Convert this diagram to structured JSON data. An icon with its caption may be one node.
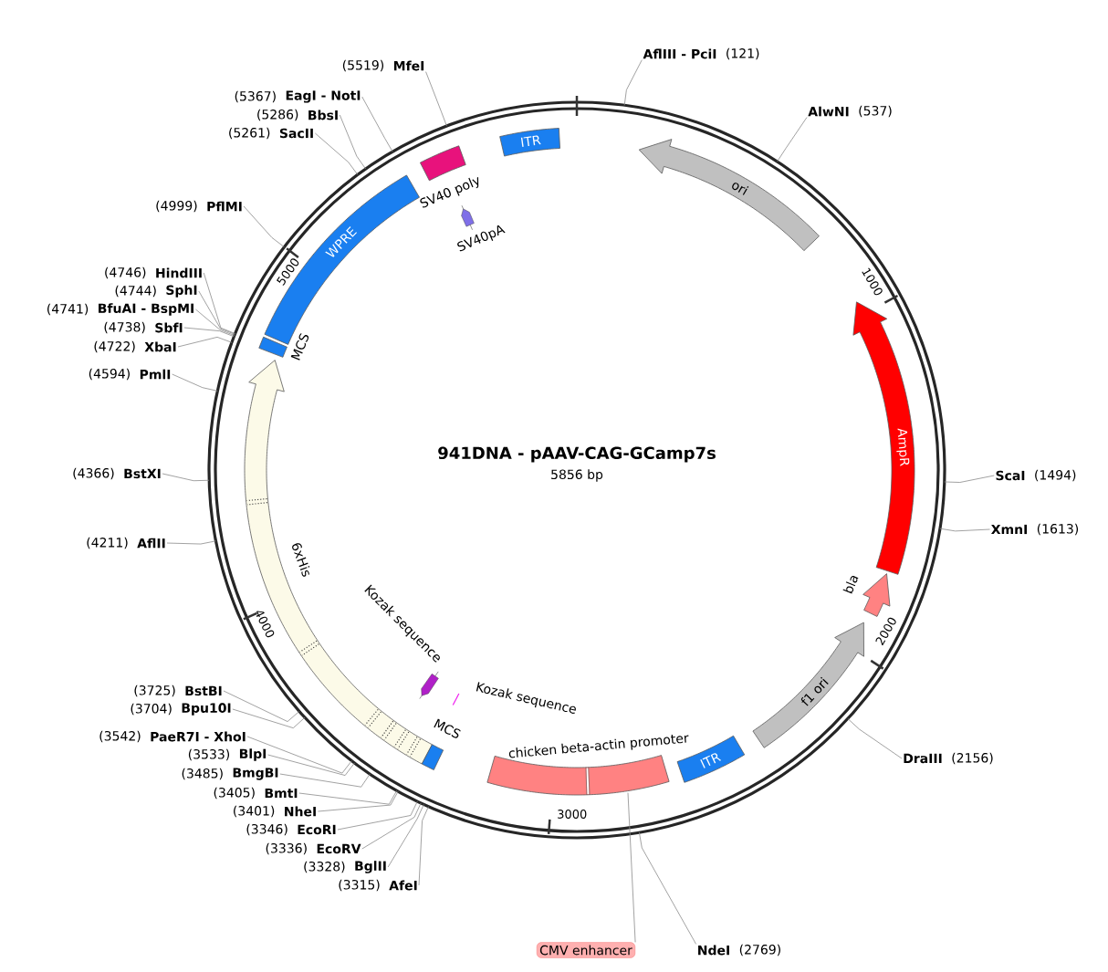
{
  "diagram": {
    "title": "941DNA - pAAV-CAG-GCamp7s",
    "nodes": [
      {
        "text": [
          "AflIII - PciI"
        ],
        "beside": [
          "(121)"
        ]
      },
      {
        "text": [
          "MfeI"
        ],
        "beside": [
          "(5519)"
        ]
      },
      {
        "text": [
          "AlwNI"
        ],
        "beside": [
          "(537)"
        ]
      },
      {
        "text": [
          "EagI - NotI"
        ],
        "beside": [
          "(5367)"
        ]
      },
      {
        "text": [
          "BbsI"
        ],
        "beside": [
          "(5286)"
        ]
      },
      {
        "text": [
          "SacII"
        ],
        "beside": [
          "(5261)"
        ]
      },
      {
        "text": [
          "PflMI"
        ],
        "beside": [
          "(4999)"
        ]
      },
      {
        "text": [
          "HindIII"
        ],
        "beside": [
          "(4746)"
        ]
      },
      {
        "text": [
          "SphI"
        ],
        "beside": [
          "(4744)"
        ]
      },
      {
        "text": [
          "BfuAI - BspMI"
        ],
        "beside": [
          "(4741)"
        ]
      },
      {
        "text": [
          "SbfI"
        ],
        "beside": [
          "(4738)"
        ]
      },
      {
        "text": [
          "XbaI"
        ],
        "beside": [
          "(4722)"
        ]
      },
      {
        "text": [
          "PmlI"
        ],
        "beside": [
          "(4594)"
        ]
      },
      {
        "text": [
          "BstXI"
        ],
        "beside": [
          "(4366)"
        ]
      },
      {
        "text": [
          "ScaI"
        ],
        "beside": [
          "(1494)"
        ]
      },
      {
        "text": [
          "XmnI"
        ],
        "beside": [
          "(1613)"
        ]
      },
      {
        "text": [
          "AflII"
        ],
        "beside": [
          "(4211)"
        ]
      },
      {
        "text": [
          "BstBI"
        ],
        "beside": [
          "(3725)"
        ]
      },
      {
        "text": [
          "Bpu10I"
        ],
        "beside": [
          "(3704)"
        ]
      },
      {
        "text": [
          "PaeR7I - XhoI"
        ],
        "beside": [
          "(3542)"
        ]
      },
      {
        "text": [
          "DraIII"
        ],
        "beside": [
          "(2156)"
        ]
      },
      {
        "text": [
          "BlpI"
        ],
        "beside": [
          "(3533)"
        ]
      },
      {
        "text": [
          "BmgBI"
        ],
        "beside": [
          "(3485)"
        ]
      },
      {
        "text": [
          "BmtI"
        ],
        "beside": [
          "(3405)"
        ]
      },
      {
        "text": [
          "NheI"
        ],
        "beside": [
          "(3401)"
        ]
      },
      {
        "text": [
          "EcoRI"
        ],
        "beside": [
          "(3346)"
        ]
      },
      {
        "text": [
          "EcoRV"
        ],
        "beside": [
          "(3336)"
        ]
      },
      {
        "text": [
          "BglII"
        ],
        "beside": [
          "(3328)"
        ]
      },
      {
        "text": [
          "AfeI"
        ],
        "beside": [
          "(3315)"
        ]
      },
      {
        "text": [
          "NdeI"
        ],
        "beside": [
          "(2769)"
        ]
      },
      {
        "text": [
          "CMV enhancer"
        ]
      },
      {
        "text": [
          "ITR"
        ]
      },
      {
        "text": [
          "ori"
        ]
      },
      {
        "text": [
          "SV40 poly"
        ]
      },
      {
        "text": [
          "SV40pA"
        ]
      },
      {
        "text": [
          "WPRE"
        ]
      },
      {
        "text": [
          "MCS"
        ]
      },
      {
        "text": [
          "AmpR"
        ]
      },
      {
        "text": [
          "bla"
        ]
      },
      {
        "text": [],
        "shape": "arrow"
      },
      {
        "text": [
          "Kozak sequence"
        ]
      },
      {
        "text": [
          "f1 ori"
        ]
      },
      {
        "text": [
          "Kozak sequence"
        ]
      },
      {
        "text": [
          "MCS"
        ]
      },
      {
        "text": [
          "chicken beta-actin promoter"
        ]
      },
      {
        "text": [
          "ITR"
        ]
      }
    ],
    "edges": [
      {
        "from": 0,
        "to": null,
        "arrow": "none"
      },
      {
        "from": 1,
        "to": null,
        "arrow": "none"
      },
      {
        "from": 2,
        "to": null,
        "arrow": "none"
      },
      {
        "from": 3,
        "to": null,
        "arrow": "none"
      },
      {
        "from": 4,
        "to": null,
        "arrow": "none"
      },
      {
        "from": 5,
        "to": null,
        "arrow": "none"
      },
      {
        "from": 6,
        "to": null,
        "arrow": "none"
      },
      {
        "from": 7,
        "to": null,
        "arrow": "none"
      },
      {
        "from": 8,
        "to": null,
        "arrow": "none"
      },
      {
        "from": 9,
        "to": null,
        "arrow": "none"
      },
      {
        "from": 10,
        "to": null,
        "arrow": "none"
      },
      {
        "from": 11,
        "to": null,
        "arrow": "none"
      },
      {
        "from": 12,
        "to": null,
        "arrow": "none"
      },
      {
        "from": 13,
        "to": null,
        "arrow": "none"
      },
      {
        "from": 14,
        "to": null,
        "arrow": "none"
      },
      {
        "from": 15,
        "to": null,
        "arrow": "none"
      },
      {
        "from": 16,
        "to": null,
        "arrow": "none"
      },
      {
        "from": 17,
        "to": null,
        "arrow": "none"
      },
      {
        "from": 18,
        "to": null,
        "arrow": "none"
      },
      {
        "from": 19,
        "to": null,
        "arrow": "none"
      },
      {
        "from": 20,
        "to": null,
        "arrow": "none"
      },
      {
        "from": 21,
        "to": null,
        "arrow": "none"
      },
      {
        "from": 22,
        "to": null,
        "arrow": "none"
      },
      {
        "from": 23,
        "to": null,
        "arrow": "none"
      },
      {
        "from": 24,
        "to": null,
        "arrow": "none"
      },
      {
        "from": 25,
        "to": null,
        "arrow": "none"
      },
      {
        "from": 26,
        "to": null,
        "arrow": "none"
      },
      {
        "from": 27,
        "to": null,
        "arrow": "none"
      },
      {
        "from": 28,
        "to": null,
        "arrow": "none"
      },
      {
        "from": 29,
        "to": null,
        "arrow": "none"
      },
      {
        "from": 30,
        "to": 44,
        "arrow": "none"
      }
    ],
    "labels": [
      "5856 bp",
      "1000",
      "2000",
      "3000",
      "4000",
      "5000",
      "6xHis"
    ]
  }
}
